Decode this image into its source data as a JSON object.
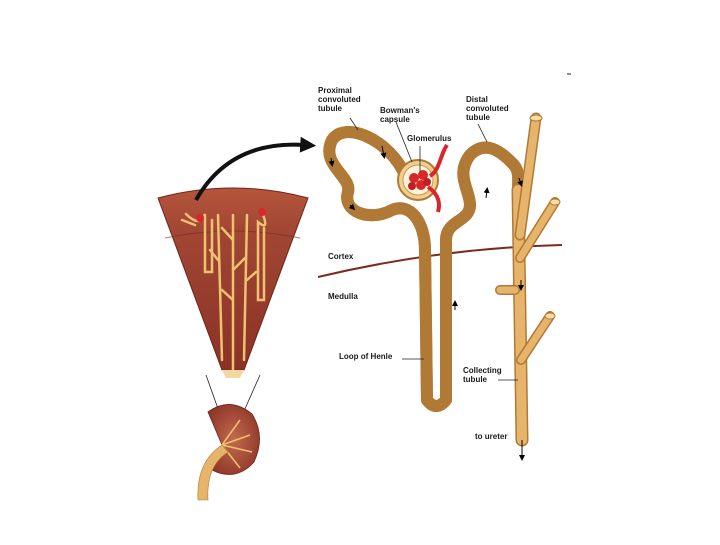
{
  "diagram": {
    "labels": {
      "proximal": [
        "Proximal",
        "convoluted",
        "tubule"
      ],
      "bowman": [
        "Bowman's",
        "capsule"
      ],
      "glomerulus": "Glomerulus",
      "distal": [
        "Distal",
        "convoluted",
        "tubule"
      ],
      "cortex": "Cortex",
      "medulla": "Medulla",
      "loop": "Loop of Henle",
      "collecting": [
        "Collecting",
        "tubule"
      ],
      "ureter": "to ureter"
    },
    "colors": {
      "tubule": "#e6b46a",
      "tubule_edge": "#b07a36",
      "tissue": "#8f3a2c",
      "cortex_band": "#b0513a",
      "boundary": "#7a2a1f",
      "glomerulus": "#d8262a",
      "arrow": "#111111"
    }
  }
}
